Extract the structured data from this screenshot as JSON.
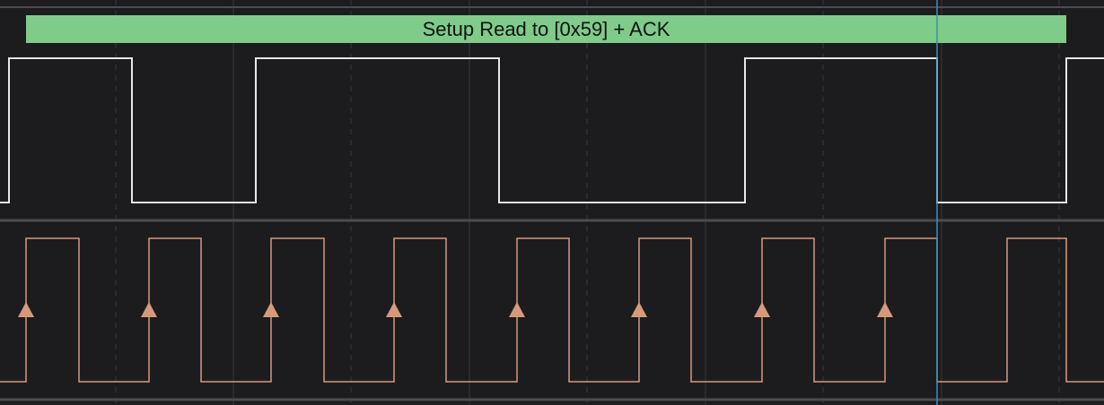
{
  "protocol_annotation": {
    "label": "Setup Read to [0x59] + ACK"
  },
  "channels": [
    {
      "id": "sda",
      "color": "#e8e8e8"
    },
    {
      "id": "scl",
      "color": "#d69a7a"
    }
  ],
  "colors": {
    "background": "#1c1c1f",
    "annotation_fill": "#7ecb8a",
    "channel_separator": "#4b4b50",
    "grid_line": "#38383e",
    "cursor": "#3d8dbb"
  }
}
